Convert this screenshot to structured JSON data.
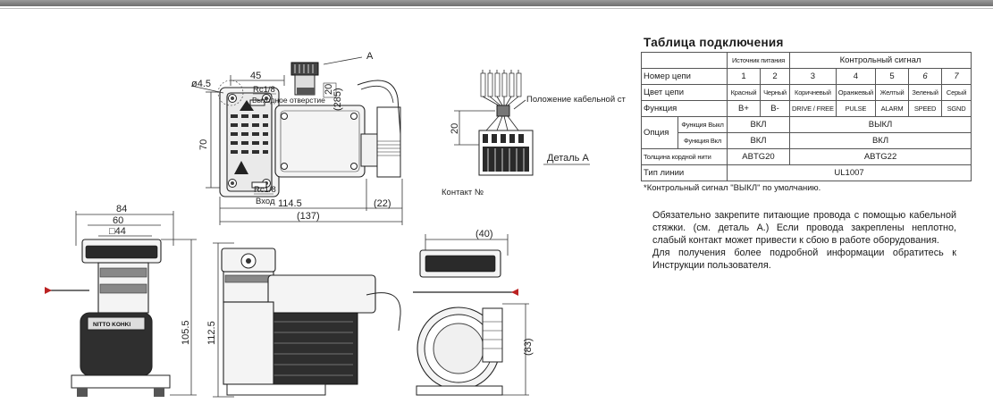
{
  "top": {
    "dims": {
      "d_hole": "ø4.5",
      "d45": "45",
      "d285": "(285)",
      "d20": "20",
      "d70": "70",
      "d1145": "114.5",
      "d22": "(22)",
      "d137": "(137)"
    },
    "labels": {
      "rc_top": "Rc1/8",
      "outlet": "Выходное отверстие",
      "rc_bottom": "Rc1/8",
      "inlet": "Вход",
      "detail_marker": "A"
    }
  },
  "detail": {
    "cable_tie": "Положение кабельной стяжки",
    "dim20": "20",
    "caption": "Деталь A",
    "contact": "Контакт №"
  },
  "bottom": {
    "dims": {
      "d84": "84",
      "d60": "60",
      "d44": "□44",
      "d1055": "105.5",
      "d1125": "112.5",
      "d40": "(40)",
      "d83": "(83)"
    },
    "brand": "NITTO KOHKI"
  },
  "table": {
    "title": "Таблица подключения",
    "power_header": "Источник питания",
    "signal_header": "Контрольный сигнал",
    "rows": {
      "circuit_label": "Номер цепи",
      "circuits": [
        "1",
        "2",
        "3",
        "4",
        "5",
        "6",
        "7"
      ],
      "color_label": "Цвет цепи",
      "colors": [
        "Красный",
        "Черный",
        "Коричневый",
        "Оранжевый",
        "Желтый",
        "Зеленый",
        "Серый"
      ],
      "function_label": "Функция",
      "functions": [
        "B+",
        "B-",
        "DRIVE / FREE",
        "PULSE",
        "ALARM",
        "SPEED",
        "SGND"
      ],
      "option_label": "Опция",
      "opt_off_label": "Функция Выкл",
      "opt_off_power": "ВКЛ",
      "opt_off_signal": "ВЫКЛ",
      "opt_on_label": "Функция Вкл",
      "opt_on_power": "ВКЛ",
      "opt_on_signal": "ВКЛ",
      "thickness_label": "Толщина кордной нити",
      "thickness_power": "ABTG20",
      "thickness_signal": "ABTG22",
      "linetype_label": "Тип линии",
      "linetype_value": "UL1007"
    }
  },
  "notes": {
    "footnote": "*Контрольный сигнал \"ВЫКЛ\" по умолчанию.",
    "para1": "Обязательно закрепите питающие провода с помощью кабельной стяжки. (см. деталь А.) Если провода закреплены неплотно, слабый контакт может привести к сбою в работе оборудования.",
    "para2": "Для получения более подробной информации обратитесь к Инструкции пользователя."
  }
}
